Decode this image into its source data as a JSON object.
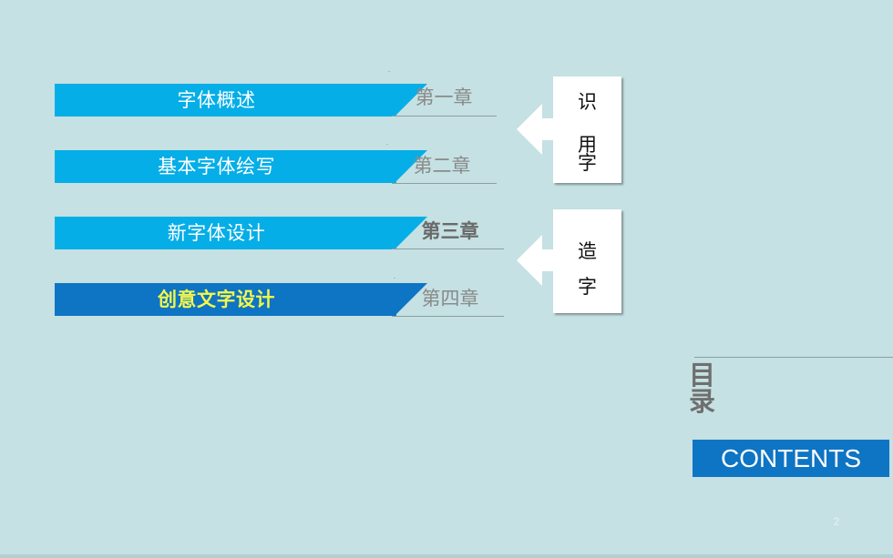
{
  "chapters": [
    {
      "title": "字体概述",
      "label": "第一章"
    },
    {
      "title": "基本字体绘写",
      "label": "第二章"
    },
    {
      "title": "新字体设计",
      "label": "第三章"
    },
    {
      "title": "创意文字设计",
      "label": "第四章"
    }
  ],
  "side_cards": [
    {
      "chars": [
        "识",
        "用",
        "字"
      ]
    },
    {
      "chars": [
        "造",
        "字"
      ]
    }
  ],
  "toc": {
    "title_chars": [
      "目",
      "录"
    ],
    "contents": "CONTENTS"
  },
  "page_number": "2",
  "colors": {
    "background": "#c5e1e3",
    "banner": "#05aee7",
    "banner_active": "#0e74c4",
    "active_text": "#f4f74a",
    "contents_box": "#0e74c4"
  },
  "icons": [
    "left-arrow-icon",
    "left-arrow-icon"
  ]
}
